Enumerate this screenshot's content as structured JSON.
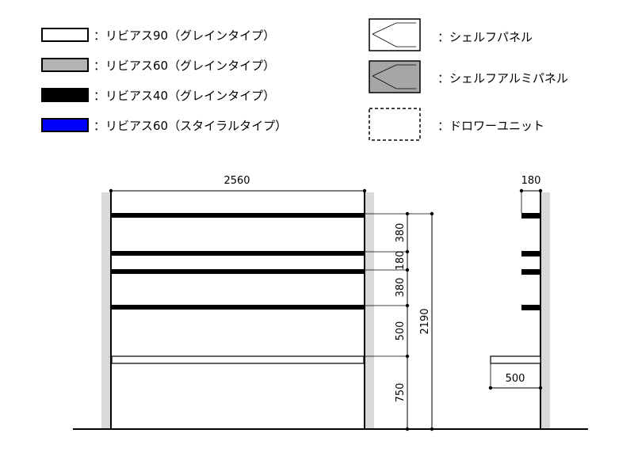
{
  "legend": {
    "items": [
      {
        "label": "：リビアス90（グレインタイプ）",
        "fill": "#ffffff"
      },
      {
        "label": "：リビアス60（グレインタイプ）",
        "fill": "#b3b3b3"
      },
      {
        "label": "：リビアス40（グレインタイプ）",
        "fill": "#000000"
      },
      {
        "label": "：リビアス60（スタイラルタイプ）",
        "fill": "#0000ff"
      }
    ],
    "panels": [
      {
        "label": "：シェルフパネル",
        "fill": "#ffffff"
      },
      {
        "label": "：シェルフアルミパネル",
        "fill": "#a6a6a6"
      },
      {
        "label": "：ドロワーユニット",
        "fill": "none"
      }
    ]
  },
  "front": {
    "width": "2560",
    "spacings": [
      "380",
      "180",
      "380",
      "500",
      "750"
    ],
    "total_height": "2190"
  },
  "side": {
    "depth": "180",
    "shelf_depth": "500"
  },
  "colors": {
    "wall": "#d9d9d9",
    "line": "#000000"
  }
}
